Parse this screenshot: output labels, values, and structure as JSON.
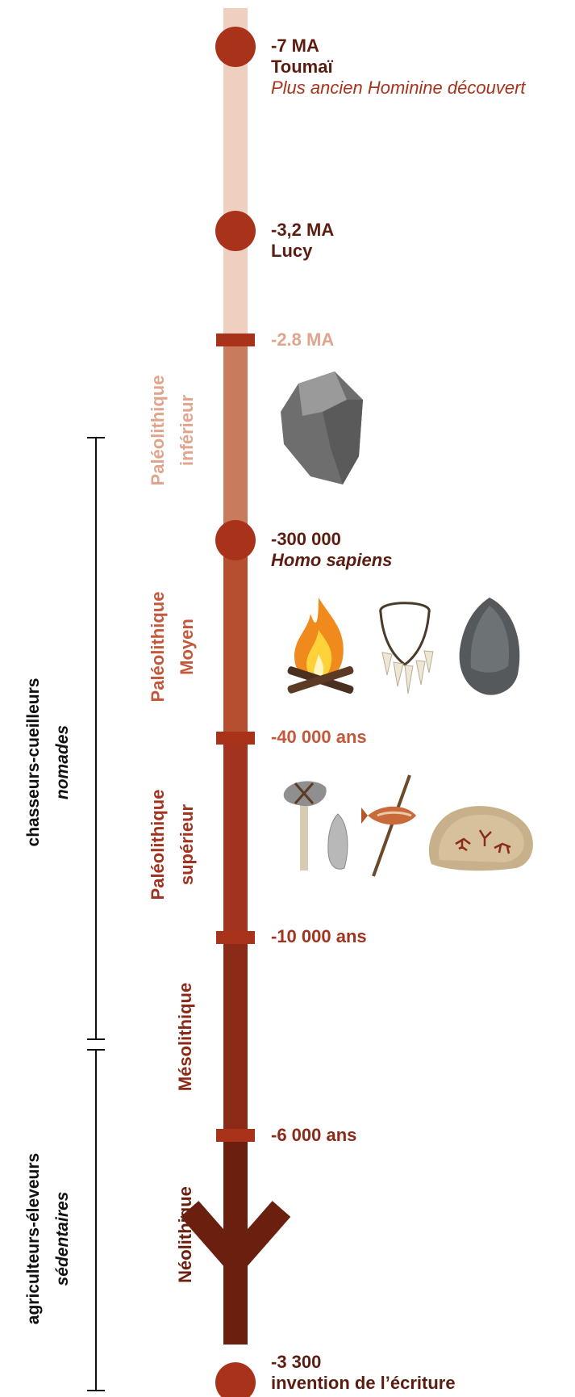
{
  "colors": {
    "axis_top": "#efcfc0",
    "lower_paleo": "#c97b5e",
    "middle_paleo": "#b64f30",
    "upper_paleo": "#a2331e",
    "mesolithic": "#8a2a17",
    "neolithic": "#6b200f",
    "dot": "#a9321b",
    "dark_text": "#5a1d10",
    "light_text": "#e0a58c"
  },
  "events": [
    {
      "date": "-7 MA",
      "name": "Toumaï",
      "desc": "Plus ancien Hominine découvert"
    },
    {
      "date": "-3,2 MA",
      "name": "Lucy"
    },
    {
      "date": "-2.8 MA"
    },
    {
      "date": "-300 000",
      "name": "Homo sapiens"
    },
    {
      "date": "-40 000 ans"
    },
    {
      "date": "-10 000 ans"
    },
    {
      "date": "-6 000 ans"
    },
    {
      "date": "-3 300",
      "name": "invention de l’écriture"
    }
  ],
  "periods": [
    {
      "line1": "Paléolithique",
      "line2": "inférieur"
    },
    {
      "line1": "Paléolithique",
      "line2": "Moyen"
    },
    {
      "line1": "Paléolithique",
      "line2": "supérieur"
    },
    {
      "line1": "Mésolithique"
    },
    {
      "line1": "Néolithique"
    }
  ],
  "lifestyles": [
    {
      "line1": "chasseurs-cueilleurs",
      "line2": "nomades"
    },
    {
      "line1": "agriculteurs-éleveurs",
      "line2": "sédentaires"
    }
  ],
  "icons": [
    "hand-axe-icon",
    "campfire-icon",
    "tooth-necklace-icon",
    "biface-icon",
    "stone-hammer-icon",
    "flint-blade-icon",
    "spear-fish-icon",
    "cave-painting-rock-icon"
  ]
}
